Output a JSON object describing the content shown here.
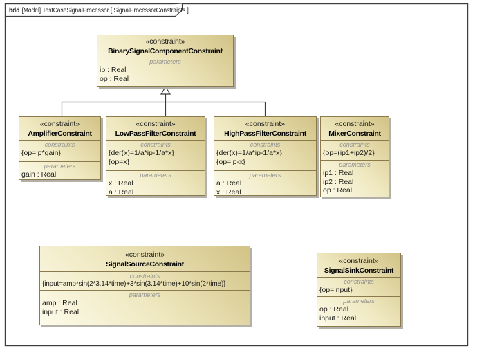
{
  "frame": {
    "diagram_kind": "bdd",
    "title_rest": "[Model] TestCaseSignalProcessor [ SignalProcessorConstraints ]"
  },
  "compartment_labels": {
    "constraints": "constraints",
    "parameters": "parameters"
  },
  "blocks": {
    "binary_signal_component": {
      "stereotype": "«constraint»",
      "name": "BinarySignalComponentConstraint",
      "parameters": [
        "ip : Real",
        "op : Real"
      ]
    },
    "amplifier": {
      "stereotype": "«constraint»",
      "name": "AmplifierConstraint",
      "constraints": [
        "{op=ip*gain}"
      ],
      "parameters": [
        "gain : Real"
      ]
    },
    "low_pass_filter": {
      "stereotype": "«constraint»",
      "name": "LowPassFilterConstraint",
      "constraints": [
        "{der(x)=1/a*ip-1/a*x}",
        "{op=x}"
      ],
      "parameters": [
        "x : Real",
        "a : Real"
      ]
    },
    "high_pass_filter": {
      "stereotype": "«constraint»",
      "name": "HighPassFilterConstraint",
      "constraints": [
        "{der(x)=1/a*ip-1/a*x}",
        "{op=ip-x}"
      ],
      "parameters": [
        "a : Real",
        "x : Real"
      ]
    },
    "mixer": {
      "stereotype": "«constraint»",
      "name": "MixerConstraint",
      "constraints": [
        "{op=(ip1+ip2)/2}"
      ],
      "parameters": [
        "ip1 : Real",
        "ip2 : Real",
        "op : Real"
      ]
    },
    "signal_source": {
      "stereotype": "«constraint»",
      "name": "SignalSourceConstraint",
      "constraints": [
        "{input=amp*sin(2*3.14*time)+3*sin(3.14*time)+10*sin(2*time)}"
      ],
      "parameters": [
        "amp : Real",
        "input : Real"
      ]
    },
    "signal_sink": {
      "stereotype": "«constraint»",
      "name": "SignalSinkConstraint",
      "constraints": [
        "{op=input}"
      ],
      "parameters": [
        "op : Real",
        "input : Real"
      ]
    }
  },
  "colors": {
    "block_fill_dark": "#d2c386",
    "block_fill_light": "#fdfbea",
    "block_border": "#8a7a4e",
    "block_shadow": "#b3b0a9",
    "connector": "#3c3c3c",
    "compartment_label_text": "#929292"
  }
}
